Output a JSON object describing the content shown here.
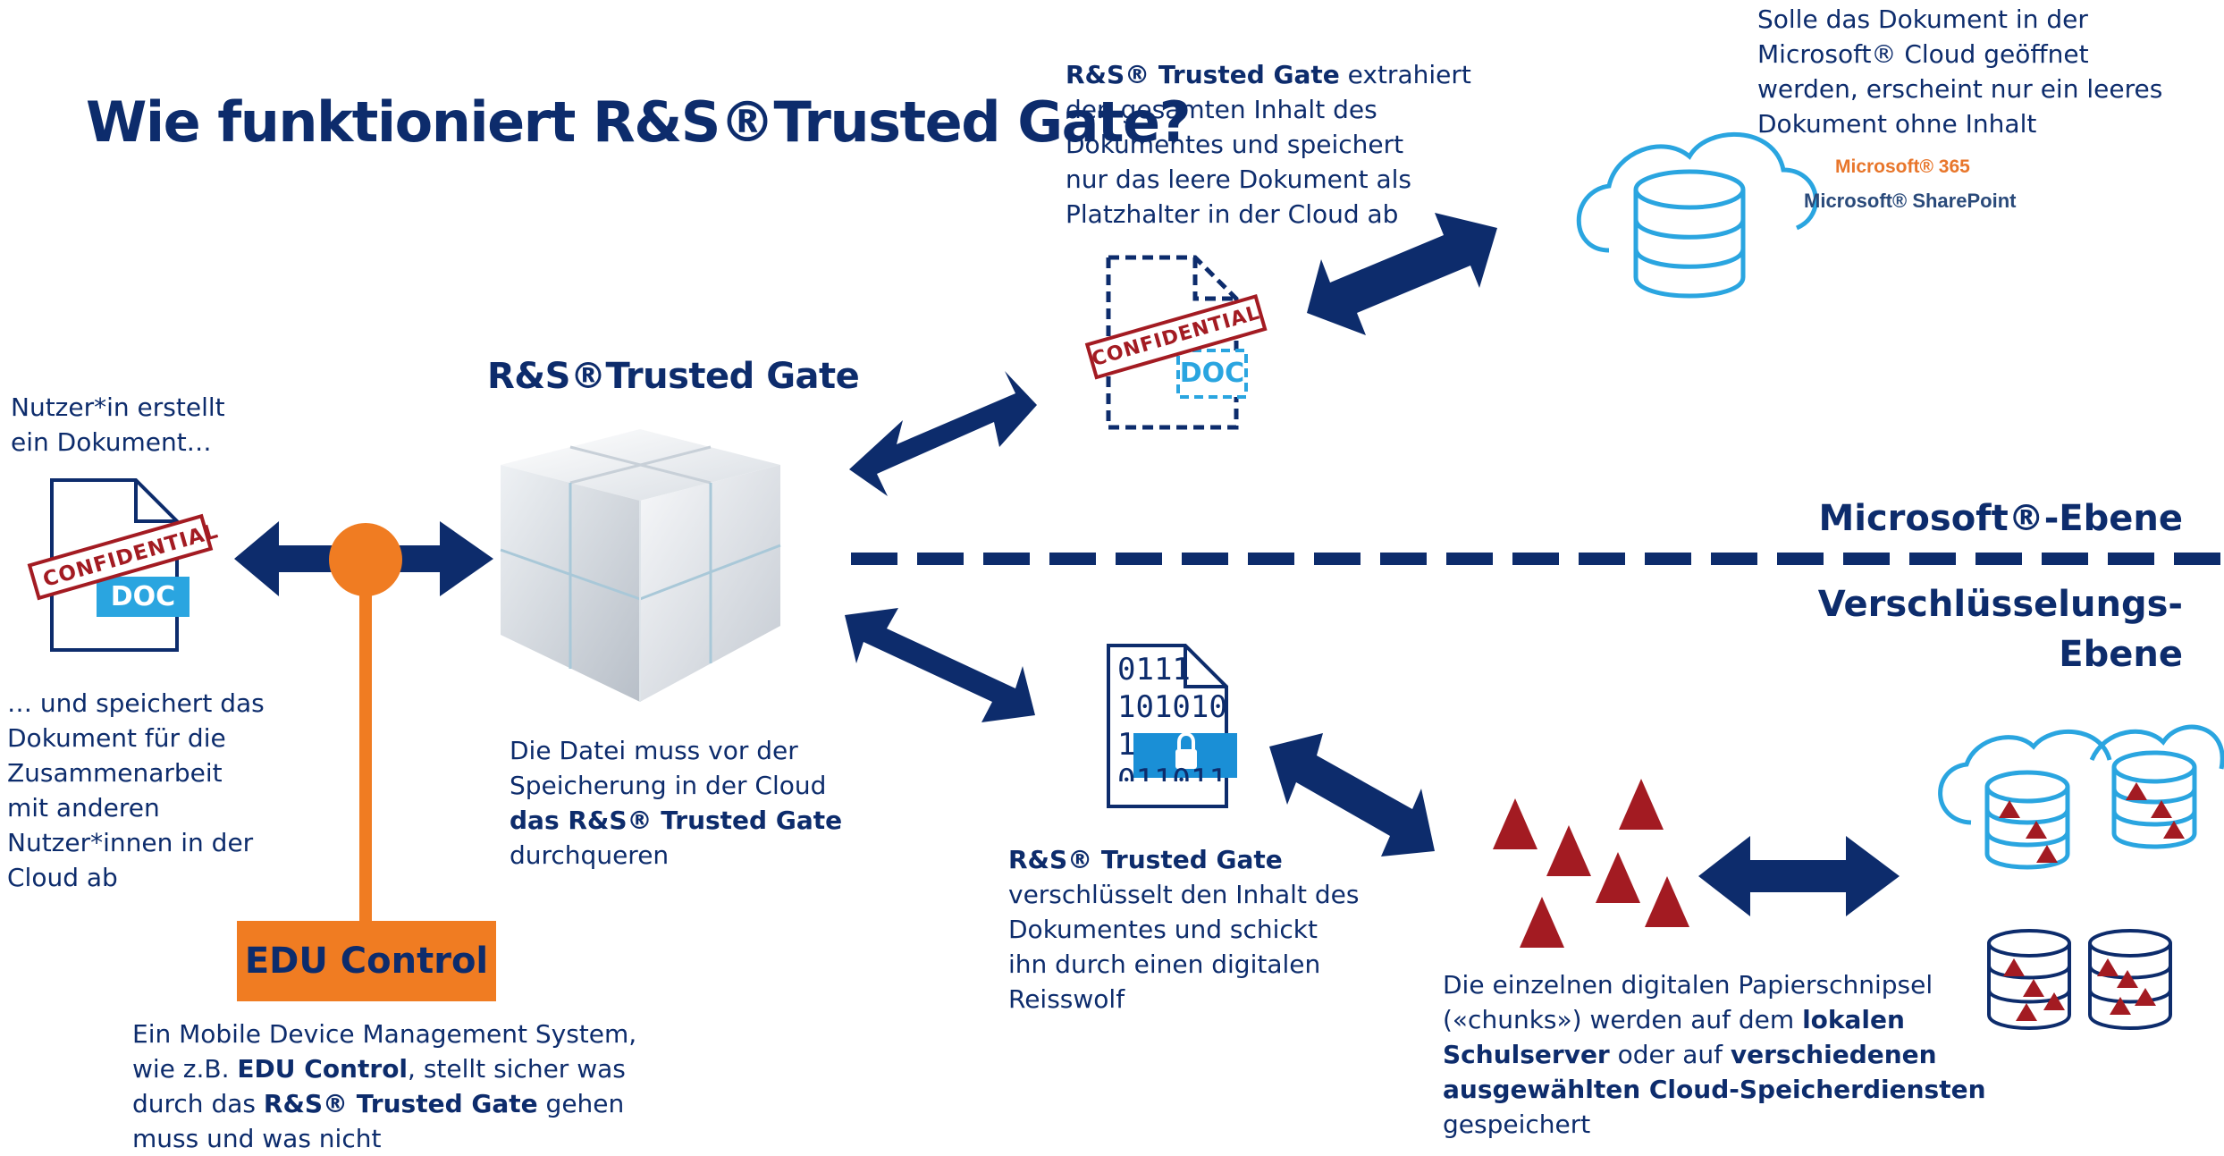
{
  "title": "Wie funktioniert R&S®Trusted Gate?",
  "gate_label": "R&S®Trusted Gate",
  "user": {
    "creates": [
      "Nutzer*in erstellt",
      "ein Dokument…"
    ],
    "stores": [
      "… und speichert das",
      "Dokument für die",
      "Zusammenarbeit",
      "mit anderen",
      "Nutzer*innen in der",
      "Cloud ab"
    ]
  },
  "doc_icon": {
    "stamp": "CONFIDENTIAL",
    "label": "DOC"
  },
  "gate_text": {
    "line1": "Die Datei muss vor der",
    "line2": "Speicherung in der Cloud",
    "line3_bold": "das R&S® Trusted Gate",
    "line4": "durchqueren"
  },
  "edu": {
    "box_label": "EDU Control",
    "line1": "Ein Mobile Device Management System,",
    "line2_pre": "wie z.B. ",
    "line2_bold": "EDU Control",
    "line2_post": ", stellt sicher was",
    "line3_pre": "durch das ",
    "line3_bold": "R&S® Trusted Gate",
    "line3_post": " gehen",
    "line4": "muss und was nicht"
  },
  "extract_text": {
    "line1_bold": "R&S® Trusted Gate",
    "line1_post": " extrahiert",
    "line2": "den gesamten Inhalt des",
    "line3": "Dokumentes und speichert",
    "line4": "nur das leere Dokument als",
    "line5": "Platzhalter in der Cloud ab"
  },
  "cloud_text": {
    "line1": "Solle das Dokument in der",
    "line2": "Microsoft® Cloud geöffnet",
    "line3": "werden,  erscheint nur ein leeres",
    "line4": "Dokument ohne Inhalt"
  },
  "brands": {
    "m365": "Microsoft® 365",
    "sharepoint": "Microsoft® SharePoint"
  },
  "levels": {
    "microsoft": "Microsoft®-Ebene",
    "encryption_1": "Verschlüsselungs-",
    "encryption_2": "Ebene"
  },
  "binary_icon": {
    "row1": "0111",
    "row2": "101010",
    "row3": "1",
    "row4": "011011"
  },
  "encrypt_text": {
    "line1_bold": "R&S® Trusted Gate",
    "line2": "verschlüsselt den Inhalt des",
    "line3": "Dokumentes und schickt",
    "line4": "ihn durch einen digitalen",
    "line5": "Reisswolf"
  },
  "chunks_text": {
    "line1": "Die einzelnen digitalen Papierschnipsel",
    "line2": "(«chunks») werden auf dem ",
    "line2_bold": "lokalen",
    "line3_bold": "Schulserver",
    "line3_post": " oder auf ",
    "line3_bold2": "verschiedenen",
    "line4_bold": "ausgewählten Cloud-Speicherdiensten",
    "line5": "gespeichert"
  },
  "colors": {
    "navy": "#0d2c6c",
    "orange": "#f07c22",
    "red": "#a31b22",
    "blue": "#1a8fd6",
    "light_blue": "#2aa5e0"
  }
}
